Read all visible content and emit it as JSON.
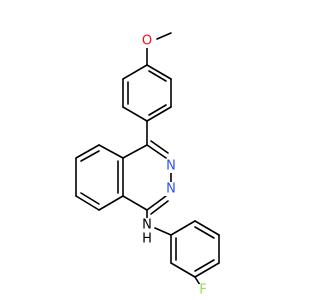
{
  "molecule": {
    "atoms": {
      "o_methoxy": {
        "symbol": "O",
        "color": "#ff0d0d"
      },
      "n_ring_a": {
        "symbol": "N",
        "color": "#3050f8"
      },
      "n_ring_b": {
        "symbol": "N",
        "color": "#3050f8"
      },
      "n_amine": {
        "symbol": "N",
        "color": "#000000"
      },
      "h_amine": {
        "symbol": "H",
        "color": "#000000"
      },
      "f": {
        "symbol": "F",
        "color": "#90e050"
      }
    }
  }
}
